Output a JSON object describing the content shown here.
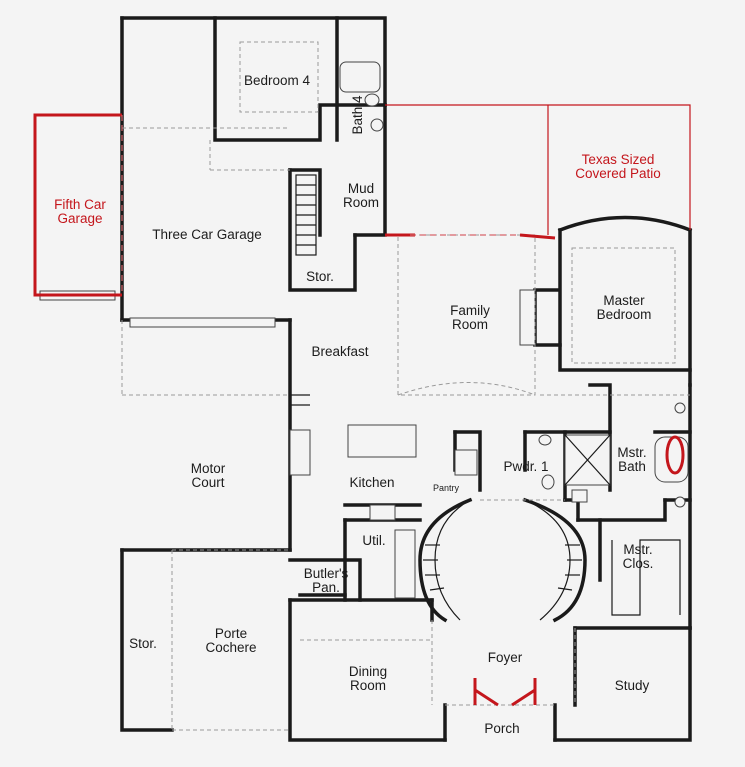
{
  "rooms": {
    "bedroom4": "Bedroom 4",
    "bath4": "Bath 4",
    "mud_room": "Mud\nRoom",
    "fifth_car_garage": "Fifth Car\nGarage",
    "three_car_garage": "Three Car Garage",
    "texas_patio": "Texas Sized\nCovered Patio",
    "stor_garage": "Stor.",
    "family_room": "Family\nRoom",
    "master_bedroom": "Master\nBedroom",
    "breakfast": "Breakfast",
    "motor_court": "Motor\nCourt",
    "kitchen": "Kitchen",
    "pantry": "Pantry",
    "pwdr1": "Pwdr. 1",
    "mstr_bath": "Mstr.\nBath",
    "util": "Util.",
    "mstr_clos": "Mstr.\nClos.",
    "butlers_pan": "Butler's\nPan.",
    "stor_cochere": "Stor.",
    "porte_cochere": "Porte\nCochere",
    "foyer": "Foyer",
    "dining_room": "Dining\nRoom",
    "study": "Study",
    "porch": "Porch"
  },
  "colors": {
    "walls": "#1a1a1a",
    "highlight": "#c4161c",
    "background": "#f4f4f4"
  }
}
